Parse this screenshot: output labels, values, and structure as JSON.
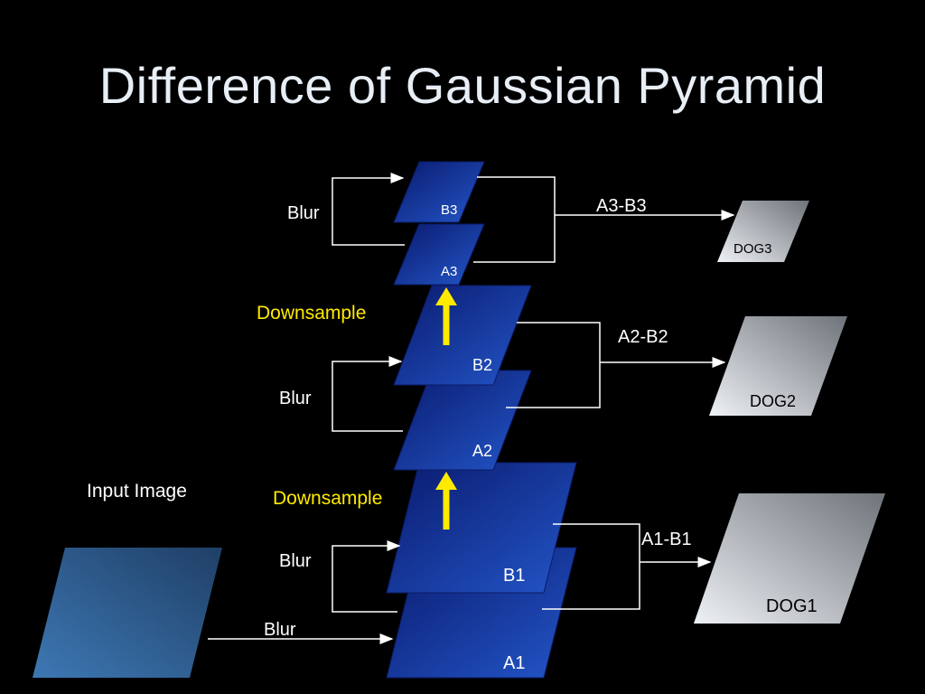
{
  "title": "Difference of Gaussian Pyramid",
  "input_image_label": "Input Image",
  "blur_label": "Blur",
  "downsample_label": "Downsample",
  "layers": {
    "a1": "A1",
    "b1": "B1",
    "a2": "A2",
    "b2": "B2",
    "a3": "A3",
    "b3": "B3"
  },
  "differences": {
    "level1": "A1-B1",
    "level2": "A2-B2",
    "level3": "A3-B3"
  },
  "dogs": {
    "dog1": "DOG1",
    "dog2": "DOG2",
    "dog3": "DOG3"
  },
  "colors": {
    "background": "#000000",
    "title": "#e8eef6",
    "downsample_text": "#ffea00",
    "arrow_yellow": "#ffea00",
    "lines": "#ffffff",
    "layer_blue_dark": "#0a1a6e",
    "layer_blue_light": "#1f4fc0",
    "dog_gray_light": "#e6e9ee",
    "dog_gray_dark": "#6e737a",
    "input_blue": "#3a6fa8"
  }
}
